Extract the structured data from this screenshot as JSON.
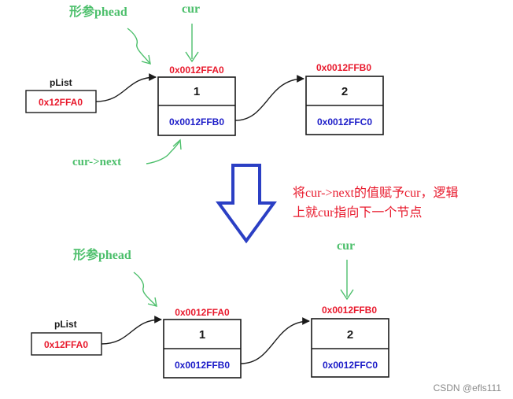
{
  "colors": {
    "green": "#4cbf6b",
    "red": "#e8192c",
    "blue": "#1c1cc8",
    "arrow_blue": "#2b3fc4",
    "black": "#1a1a1a",
    "watermark": "#8a8a8a"
  },
  "top": {
    "label_phead": "形参phead",
    "label_cur": "cur",
    "label_cur_next": "cur->next",
    "plist_title": "pList",
    "plist_value": "0x12FFA0",
    "node1": {
      "address": "0x0012FFA0",
      "data": "1",
      "next": "0x0012FFB0"
    },
    "node2": {
      "address": "0x0012FFB0",
      "data": "2",
      "next": "0x0012FFC0"
    }
  },
  "middle": {
    "caption_line1": "将cur->next的值赋予cur，逻辑",
    "caption_line2": "上就cur指向下一个节点"
  },
  "bottom": {
    "label_phead": "形参phead",
    "label_cur": "cur",
    "plist_title": "pList",
    "plist_value": "0x12FFA0",
    "node1": {
      "address": "0x0012FFA0",
      "data": "1",
      "next": "0x0012FFB0"
    },
    "node2": {
      "address": "0x0012FFB0",
      "data": "2",
      "next": "0x0012FFC0"
    }
  },
  "watermark": "CSDN @efls111"
}
